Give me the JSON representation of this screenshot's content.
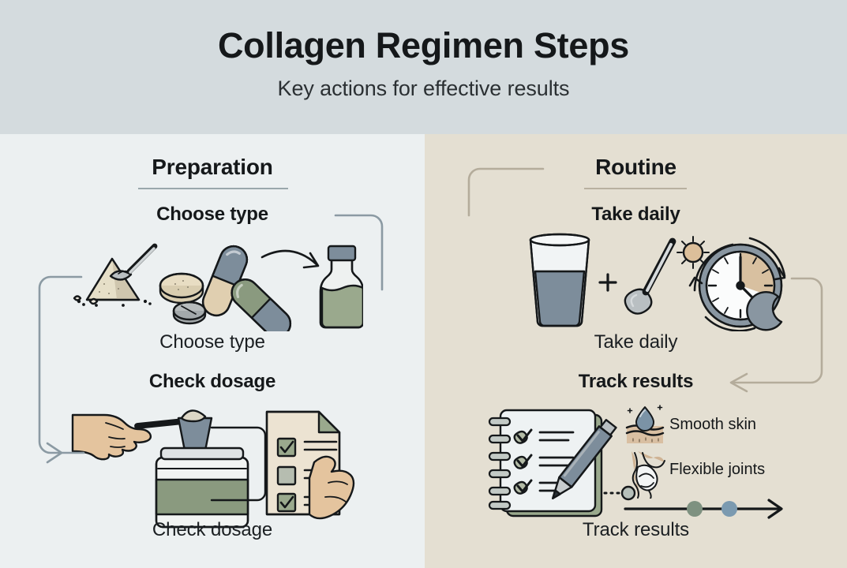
{
  "header": {
    "title": "Collagen Regimen Steps",
    "subtitle": "Key actions for effective results"
  },
  "panels": [
    {
      "id": "preparation",
      "title": "Preparation",
      "background": "#ecf0f1",
      "steps": [
        {
          "heading": "Choose type",
          "caption": "Choose type",
          "illustration": "powder-scoop-pills-bottle-icon"
        },
        {
          "heading": "Check dosage",
          "caption": "Check dosage",
          "illustration": "hand-scoop-jar-checklist-icon"
        }
      ]
    },
    {
      "id": "routine",
      "title": "Routine",
      "background": "#e4dfd2",
      "steps": [
        {
          "heading": "Take daily",
          "caption": "Take daily",
          "illustration": "glass-spoon-clock-icon"
        },
        {
          "heading": "Track results",
          "caption": "Track results",
          "illustration": "notebook-pen-icon"
        }
      ]
    }
  ],
  "benefits": [
    {
      "label": "Smooth skin",
      "icon": "skin-droplet-icon",
      "color": "#7b93a6"
    },
    {
      "label": "Flexible joints",
      "icon": "knee-joint-icon",
      "color": "#c9b193"
    }
  ],
  "progress": {
    "dots": [
      {
        "color": "#7e9180"
      },
      {
        "color": "#7b9ab0"
      }
    ]
  },
  "plus_symbol": "+",
  "colors": {
    "header_bg": "#d4dbde",
    "left_panel_bg": "#ecf0f1",
    "right_panel_bg": "#e4dfd2",
    "connector_left": "#8b9aa3",
    "connector_right": "#b4ac9b",
    "ink": "#15181a",
    "green": "#87977e",
    "blue_gray": "#7b8d9c",
    "tan": "#e0cfae",
    "skin": "#e2c09a"
  }
}
